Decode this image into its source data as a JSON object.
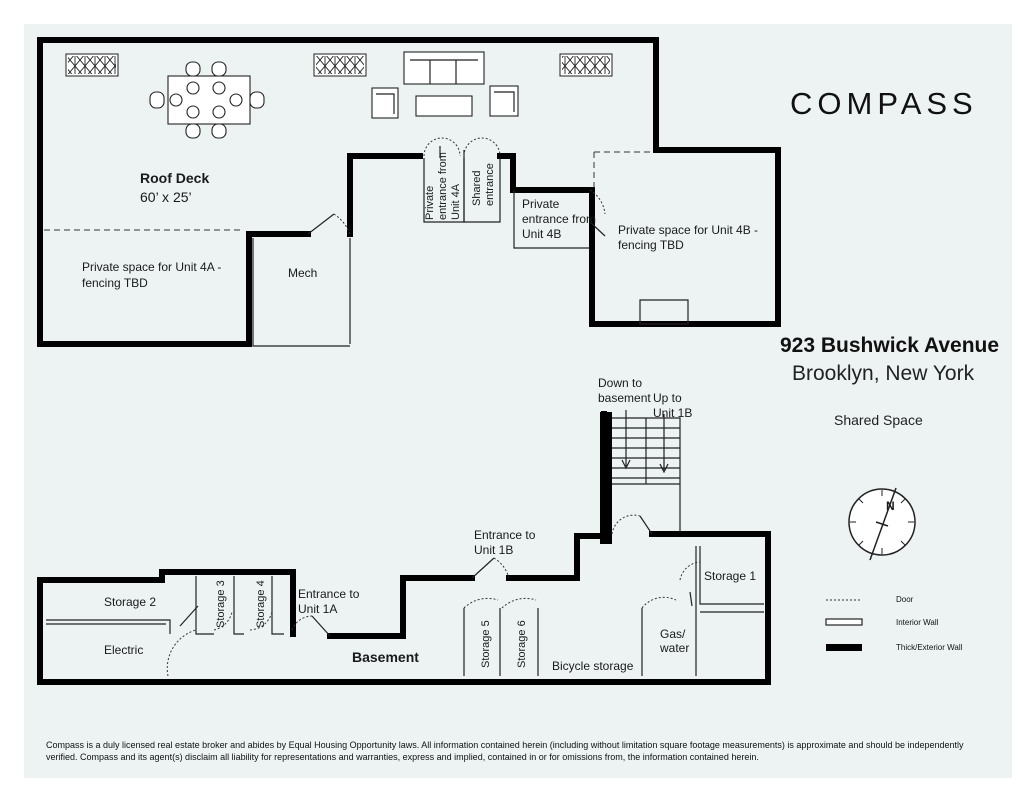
{
  "brand": {
    "logo_text": "COMPASS"
  },
  "address": {
    "line1": "923 Bushwick Avenue",
    "line2": "Brooklyn, New York"
  },
  "subtitle": "Shared Space",
  "rooms": {
    "roof_deck": {
      "name": "Roof Deck",
      "dims": "60’ x 25’"
    },
    "private_4a": {
      "line1": "Private space for Unit 4A -",
      "line2": "fencing TBD"
    },
    "mech": "Mech",
    "private_entrance_4a": {
      "line1": "Private",
      "line2": "entrance from",
      "line3": "Unit 4A"
    },
    "shared_entrance": {
      "line1": "Shared",
      "line2": "entrance"
    },
    "private_entrance_4b": {
      "line1": "Private",
      "line2": "entrance from",
      "line3": "Unit 4B"
    },
    "private_4b": {
      "line1": "Private space for Unit 4B -",
      "line2": "fencing TBD"
    },
    "stairs": {
      "down_line1": "Down to",
      "down_line2": "basement",
      "up_line1": "Up to",
      "up_line2": "Unit 1B"
    },
    "entrance_1b": {
      "line1": "Entrance to",
      "line2": "Unit 1B"
    },
    "entrance_1a": {
      "line1": "Entrance to",
      "line2": "Unit 1A"
    },
    "storage_1": "Storage 1",
    "storage_2": "Storage 2",
    "storage_3": "Storage 3",
    "storage_4": "Storage 4",
    "storage_5": "Storage 5",
    "storage_6": "Storage 6",
    "electric": "Electric",
    "gas_water": {
      "line1": "Gas/",
      "line2": "water"
    },
    "bicycle": "Bicycle storage",
    "basement": "Basement"
  },
  "compass": {
    "north_label": "N"
  },
  "legend": {
    "door": "Door",
    "interior_wall": "Interior Wall",
    "exterior_wall": "Thick/Exterior Wall"
  },
  "disclaimer": "Compass is a duly licensed real estate broker and abides by Equal Housing Opportunity laws. All information contained herein (including without limitation square footage measurements) is approximate and should be independently verified. Compass and its agent(s) disclaim all liability for representations and warranties, express and implied, contained in or for omissions from, the information contained herein."
}
